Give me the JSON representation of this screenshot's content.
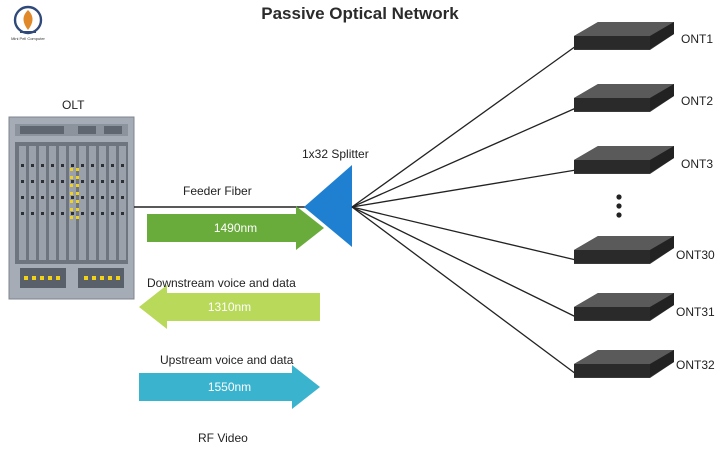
{
  "title": "Passive Optical Network",
  "logo": {
    "name": "Mini Pell Computer",
    "tagline": ""
  },
  "olt_label": "OLT",
  "feeder_label": "Feeder Fiber",
  "splitter_label": "1x32 Splitter",
  "arrows": [
    {
      "text": "1490nm",
      "caption": "Downstream voice and data",
      "direction": "right",
      "color": "#6aac3c"
    },
    {
      "text": "1310nm",
      "caption": "Upstream voice and data",
      "direction": "left",
      "color": "#b8d95a"
    },
    {
      "text": "1550nm",
      "caption": "RF Video",
      "direction": "right",
      "color": "#3ab3cf"
    }
  ],
  "onts": [
    "ONT1",
    "ONT2",
    "ONT3",
    "ONT30",
    "ONT31",
    "ONT32"
  ],
  "colors": {
    "splitter": "#1f7fd0",
    "device": "#3a3a3a",
    "olt_body": "#8e95a0"
  }
}
